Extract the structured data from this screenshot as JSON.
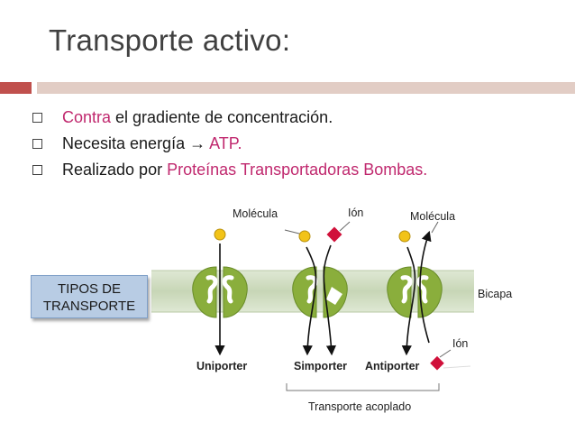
{
  "slide": {
    "title": "Transporte activo:",
    "bullets": [
      {
        "accent": "Contra",
        "text": " el gradiente de concentración."
      },
      {
        "text": "Necesita energía ",
        "arrow": "→",
        "accent": "ATP."
      },
      {
        "text": "Realizado por ",
        "accent": "Proteínas Transportadoras Bombas."
      }
    ]
  },
  "diagram": {
    "labels": {
      "molecula_left": "Molécula",
      "ion_top": "Ión",
      "molecula_right": "Molécula",
      "bicapa": "Bicapa",
      "ion_bottom": "Ión",
      "uniporter": "Uniporter",
      "simporter": "Simporter",
      "antiporter": "Antiporter",
      "transporte_acoplado": "Transporte acoplado"
    },
    "tipos_box": {
      "line1": "TIPOS DE",
      "line2": "TRANSPORTE"
    }
  },
  "colors": {
    "accent": "#c0286e",
    "title_bar": "#c0504d",
    "title_bar_light": "#e2cdc5",
    "membrane": "#cfdcc0",
    "protein": "#8aae3c",
    "molecule": "#f2c318",
    "ion": "#d0103a",
    "tipos_fill": "#b8cce4"
  }
}
